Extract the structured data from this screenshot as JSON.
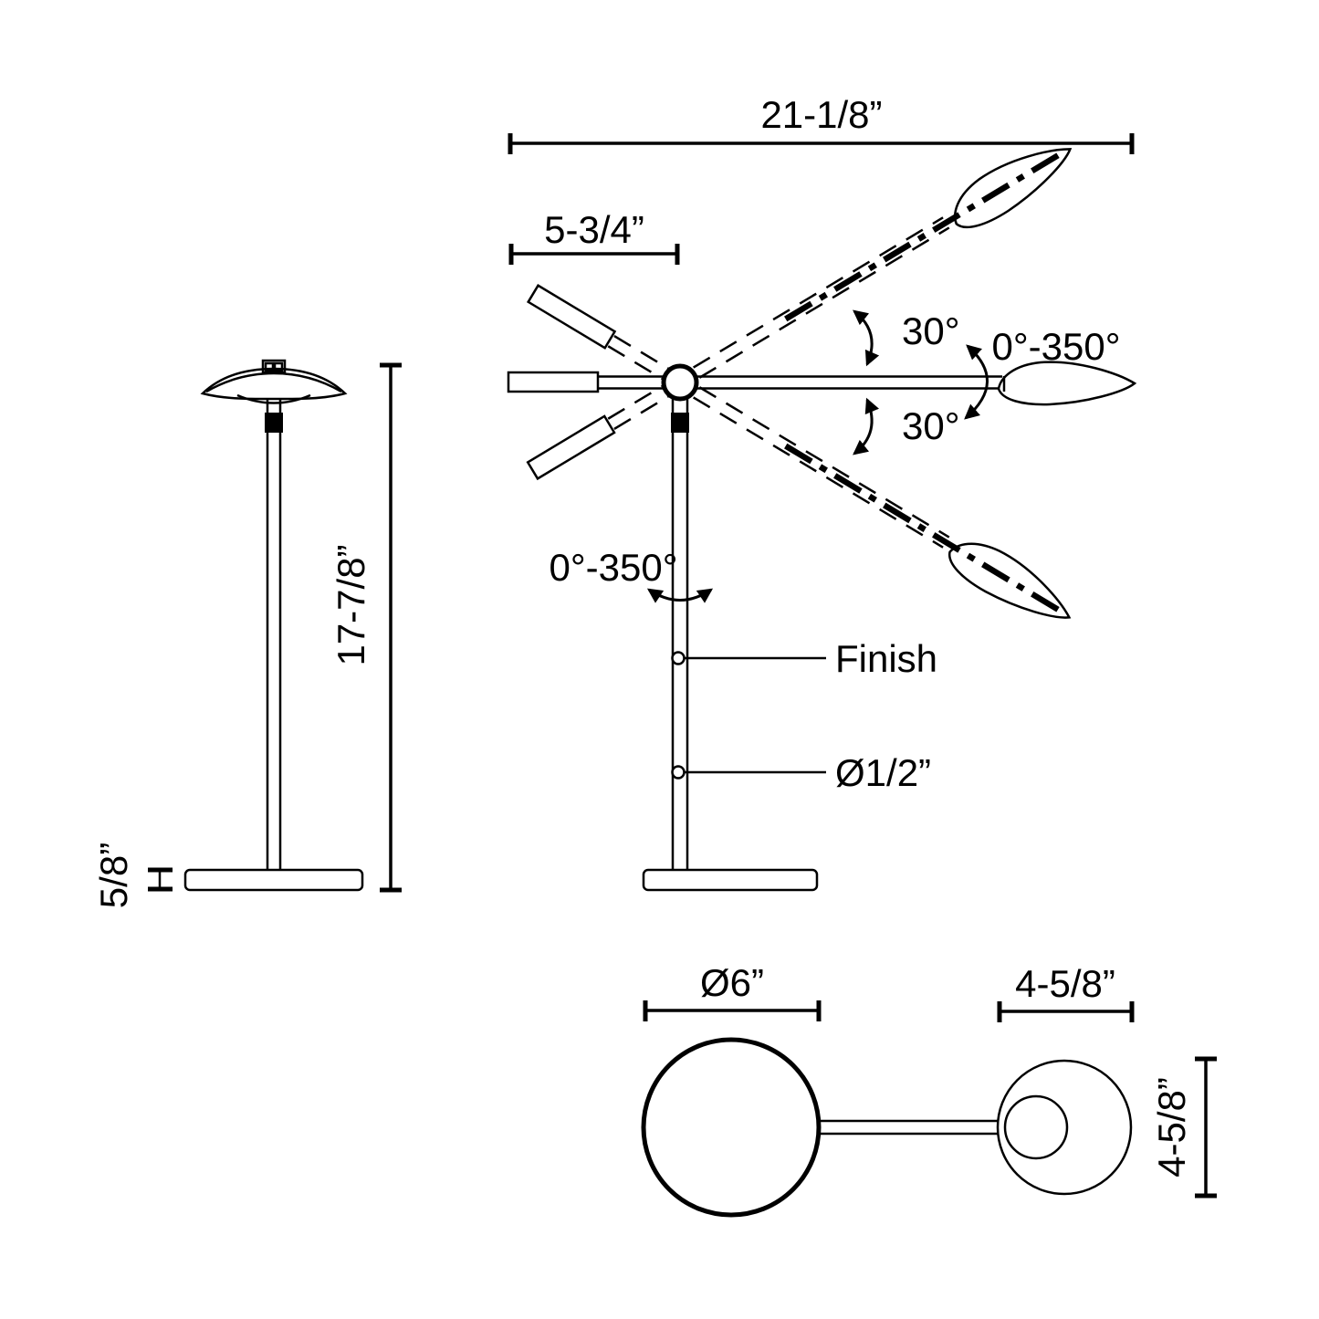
{
  "colors": {
    "background": "#ffffff",
    "line": "#000000"
  },
  "labels": {
    "overall_width": "21-1/8”",
    "upper_arm_length": "5-3/4”",
    "tilt_upper": "30°",
    "tilt_lower": "30°",
    "head_rotation": "0°-350°",
    "stem_rotation": "0°-350°",
    "finish_callout": "Finish",
    "stem_diameter": "Ø1/2”",
    "overall_height": "17-7/8”",
    "base_thickness": "5/8”",
    "base_diameter": "Ø6”",
    "head_width": "4-5/8”",
    "head_depth": "4-5/8”"
  }
}
